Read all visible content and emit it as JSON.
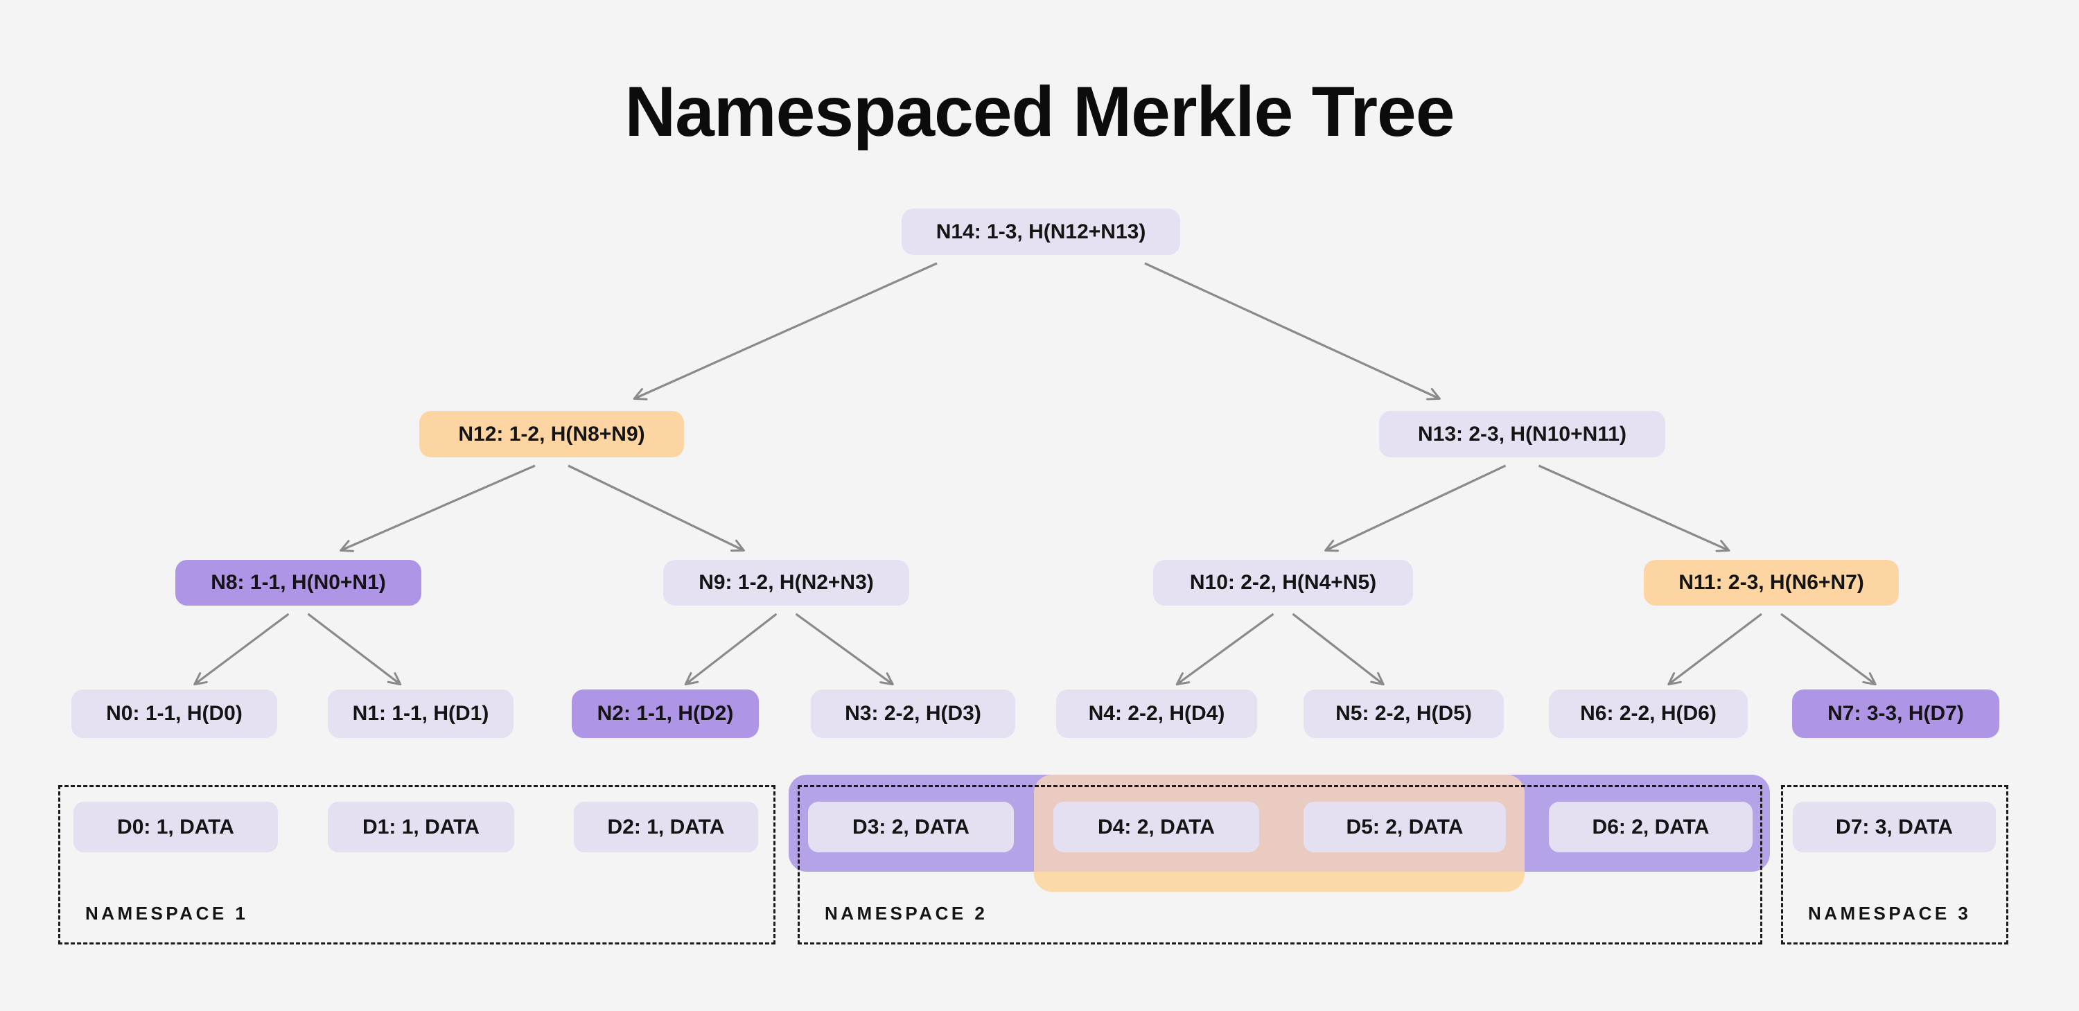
{
  "title": "Namespaced Merkle Tree",
  "colors": {
    "background": "#f5f4f5",
    "node_default": "#e6e1f2",
    "node_purple": "#ae95e6",
    "node_orange": "#fcd5a3",
    "band_purple": "#b5a3e8",
    "band_orange": "#fcd9a8",
    "band_overlap": "#e9cbc1",
    "arrow": "#8a8a8a",
    "text": "#141414",
    "namespace_border": "#1a1a1a"
  },
  "tree": {
    "nodes": [
      {
        "id": "N14",
        "label": "N14: 1-3, H(N12+N13)",
        "variant": "default"
      },
      {
        "id": "N12",
        "label": "N12: 1-2, H(N8+N9)",
        "variant": "orange"
      },
      {
        "id": "N13",
        "label": "N13: 2-3, H(N10+N11)",
        "variant": "default"
      },
      {
        "id": "N8",
        "label": "N8: 1-1, H(N0+N1)",
        "variant": "purple"
      },
      {
        "id": "N9",
        "label": "N9: 1-2, H(N2+N3)",
        "variant": "default"
      },
      {
        "id": "N10",
        "label": "N10: 2-2, H(N4+N5)",
        "variant": "default"
      },
      {
        "id": "N11",
        "label": "N11: 2-3, H(N6+N7)",
        "variant": "orange"
      },
      {
        "id": "N0",
        "label": "N0: 1-1, H(D0)",
        "variant": "default"
      },
      {
        "id": "N1",
        "label": "N1: 1-1, H(D1)",
        "variant": "default"
      },
      {
        "id": "N2",
        "label": "N2: 1-1, H(D2)",
        "variant": "purple"
      },
      {
        "id": "N3",
        "label": "N3: 2-2, H(D3)",
        "variant": "default"
      },
      {
        "id": "N4",
        "label": "N4: 2-2, H(D4)",
        "variant": "default"
      },
      {
        "id": "N5",
        "label": "N5: 2-2, H(D5)",
        "variant": "default"
      },
      {
        "id": "N6",
        "label": "N6: 2-2, H(D6)",
        "variant": "default"
      },
      {
        "id": "N7",
        "label": "N7: 3-3, H(D7)",
        "variant": "purple"
      }
    ],
    "edges": [
      {
        "from": "N14",
        "to": "N12"
      },
      {
        "from": "N14",
        "to": "N13"
      },
      {
        "from": "N12",
        "to": "N8"
      },
      {
        "from": "N12",
        "to": "N9"
      },
      {
        "from": "N13",
        "to": "N10"
      },
      {
        "from": "N13",
        "to": "N11"
      },
      {
        "from": "N8",
        "to": "N0"
      },
      {
        "from": "N8",
        "to": "N1"
      },
      {
        "from": "N9",
        "to": "N2"
      },
      {
        "from": "N9",
        "to": "N3"
      },
      {
        "from": "N10",
        "to": "N4"
      },
      {
        "from": "N10",
        "to": "N5"
      },
      {
        "from": "N11",
        "to": "N6"
      },
      {
        "from": "N11",
        "to": "N7"
      }
    ]
  },
  "data_blocks": [
    {
      "id": "D0",
      "label": "D0: 1, DATA"
    },
    {
      "id": "D1",
      "label": "D1: 1, DATA"
    },
    {
      "id": "D2",
      "label": "D2: 1, DATA"
    },
    {
      "id": "D3",
      "label": "D3: 2, DATA"
    },
    {
      "id": "D4",
      "label": "D4: 2, DATA"
    },
    {
      "id": "D5",
      "label": "D5: 2, DATA"
    },
    {
      "id": "D6",
      "label": "D6: 2, DATA"
    },
    {
      "id": "D7",
      "label": "D7: 3, DATA"
    }
  ],
  "namespaces": [
    {
      "label": "NAMESPACE 1"
    },
    {
      "label": "NAMESPACE 2"
    },
    {
      "label": "NAMESPACE 3"
    }
  ]
}
